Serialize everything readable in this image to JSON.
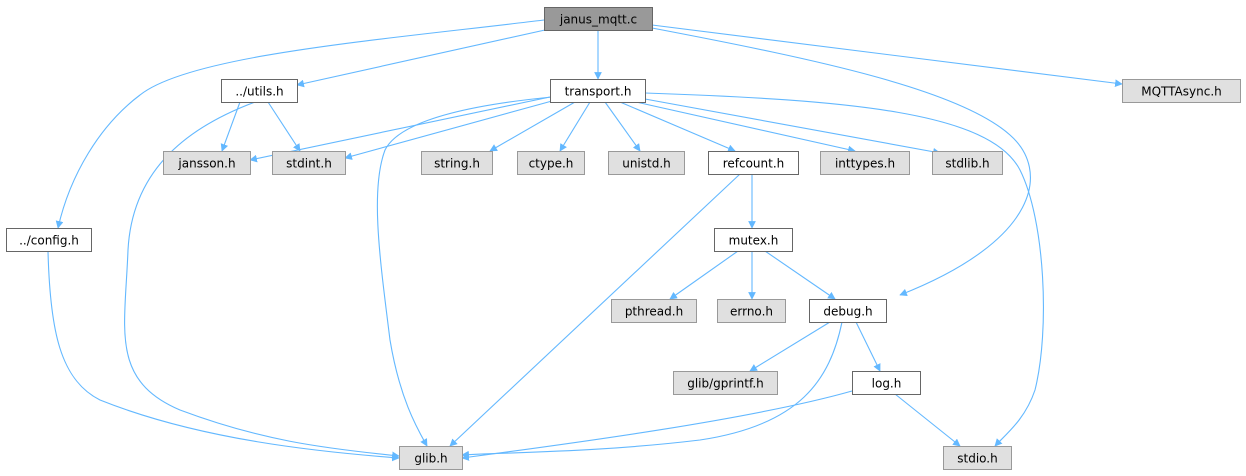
{
  "colors": {
    "edge": "#63b8ff",
    "node_root_fill": "#999999",
    "node_root_stroke": "#666666",
    "node_header_fill": "#ffffff",
    "node_header_stroke": "#666666",
    "node_system_fill": "#e0e0e0",
    "node_system_stroke": "#999999"
  },
  "nodes": [
    {
      "id": "janus_mqtt",
      "label": "janus_mqtt.c",
      "kind": "root",
      "icon": "file-c-icon"
    },
    {
      "id": "utils",
      "label": "../utils.h",
      "kind": "header"
    },
    {
      "id": "transport",
      "label": "transport.h",
      "kind": "header"
    },
    {
      "id": "mqttasync",
      "label": "MQTTAsync.h",
      "kind": "system"
    },
    {
      "id": "jansson",
      "label": "jansson.h",
      "kind": "system"
    },
    {
      "id": "stdint",
      "label": "stdint.h",
      "kind": "system"
    },
    {
      "id": "string",
      "label": "string.h",
      "kind": "system"
    },
    {
      "id": "ctype",
      "label": "ctype.h",
      "kind": "system"
    },
    {
      "id": "unistd",
      "label": "unistd.h",
      "kind": "system"
    },
    {
      "id": "refcount",
      "label": "refcount.h",
      "kind": "header"
    },
    {
      "id": "inttypes",
      "label": "inttypes.h",
      "kind": "system"
    },
    {
      "id": "stdlib",
      "label": "stdlib.h",
      "kind": "system"
    },
    {
      "id": "config",
      "label": "../config.h",
      "kind": "header"
    },
    {
      "id": "mutex",
      "label": "mutex.h",
      "kind": "header"
    },
    {
      "id": "pthread",
      "label": "pthread.h",
      "kind": "system"
    },
    {
      "id": "errno",
      "label": "errno.h",
      "kind": "system"
    },
    {
      "id": "debug",
      "label": "debug.h",
      "kind": "header"
    },
    {
      "id": "gprintf",
      "label": "glib/gprintf.h",
      "kind": "system"
    },
    {
      "id": "log",
      "label": "log.h",
      "kind": "header"
    },
    {
      "id": "glib",
      "label": "glib.h",
      "kind": "system"
    },
    {
      "id": "stdio",
      "label": "stdio.h",
      "kind": "system"
    }
  ],
  "edges": [
    {
      "from": "janus_mqtt",
      "to": "config"
    },
    {
      "from": "janus_mqtt",
      "to": "utils"
    },
    {
      "from": "janus_mqtt",
      "to": "transport"
    },
    {
      "from": "janus_mqtt",
      "to": "debug"
    },
    {
      "from": "janus_mqtt",
      "to": "mqttasync"
    },
    {
      "from": "utils",
      "to": "jansson"
    },
    {
      "from": "utils",
      "to": "stdint"
    },
    {
      "from": "utils",
      "to": "glib"
    },
    {
      "from": "transport",
      "to": "glib"
    },
    {
      "from": "transport",
      "to": "jansson"
    },
    {
      "from": "transport",
      "to": "stdint"
    },
    {
      "from": "transport",
      "to": "string"
    },
    {
      "from": "transport",
      "to": "ctype"
    },
    {
      "from": "transport",
      "to": "unistd"
    },
    {
      "from": "transport",
      "to": "refcount"
    },
    {
      "from": "transport",
      "to": "inttypes"
    },
    {
      "from": "transport",
      "to": "stdlib"
    },
    {
      "from": "transport",
      "to": "stdio"
    },
    {
      "from": "config",
      "to": "glib"
    },
    {
      "from": "refcount",
      "to": "glib"
    },
    {
      "from": "refcount",
      "to": "mutex"
    },
    {
      "from": "mutex",
      "to": "pthread"
    },
    {
      "from": "mutex",
      "to": "errno"
    },
    {
      "from": "mutex",
      "to": "debug"
    },
    {
      "from": "debug",
      "to": "gprintf"
    },
    {
      "from": "debug",
      "to": "glib"
    },
    {
      "from": "debug",
      "to": "log"
    },
    {
      "from": "log",
      "to": "glib"
    },
    {
      "from": "log",
      "to": "stdio"
    }
  ]
}
